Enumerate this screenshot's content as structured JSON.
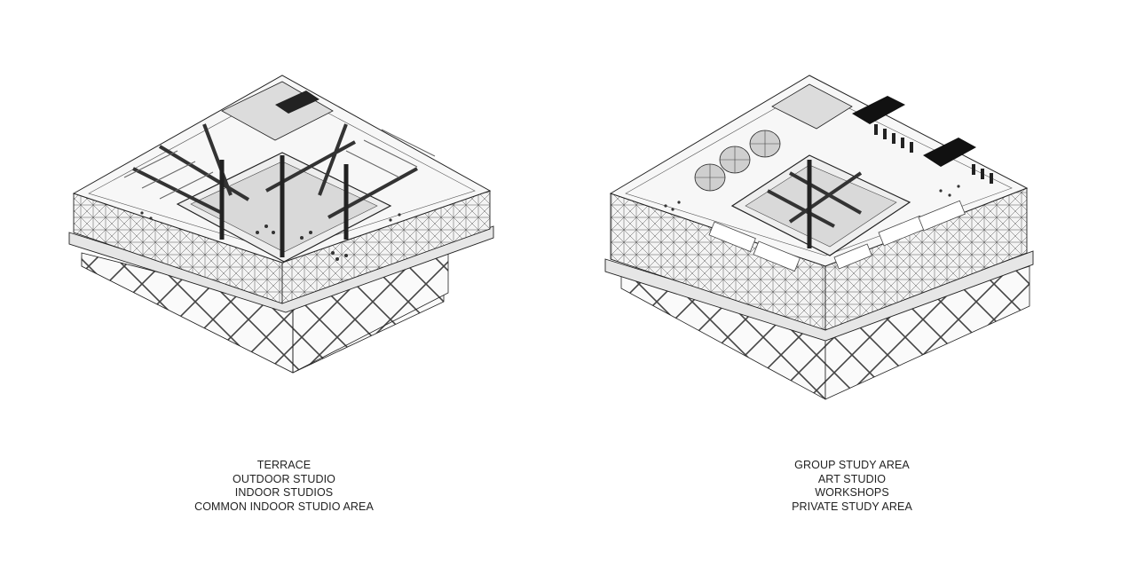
{
  "diagrams": [
    {
      "id": "left",
      "labels": [
        "TERRACE",
        "OUTDOOR STUDIO",
        "INDOOR STUDIOS",
        "COMMON INDOOR STUDIO AREA"
      ]
    },
    {
      "id": "right",
      "labels": [
        "GROUP STUDY AREA",
        "ART STUDIO",
        "WORKSHOPS",
        "PRIVATE STUDY AREA"
      ]
    }
  ],
  "colors": {
    "line": "#1a1a1a",
    "shade": "#c8c8c8",
    "light": "#ececec",
    "dark": "#111111"
  }
}
